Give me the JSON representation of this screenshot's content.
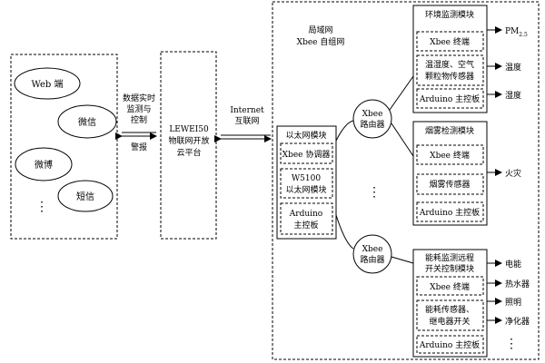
{
  "clients": {
    "web": "Web 端",
    "wechat": "微信",
    "weibo": "微博",
    "sms": "短信",
    "more": "⋮"
  },
  "link_left": {
    "line1": "数据实时",
    "line2": "监测与",
    "line3": "控制",
    "line4": "警报"
  },
  "cloud": {
    "line1": "LEWEI50",
    "line2": "物联网开放",
    "line3": "云平台"
  },
  "link_internet": {
    "line1": "Internet",
    "line2": "互联网"
  },
  "lan": {
    "line1": "局域网",
    "line2": "Xbee 自组网"
  },
  "ethernet": {
    "title": "以太网模块",
    "coordinator": "Xbee 协调器",
    "w5100_line1": "W5100",
    "w5100_line2": "以太网模块",
    "arduino_line1": "Arduino",
    "arduino_line2": "主控板"
  },
  "routers": {
    "top_line1": "Xbee",
    "top_line2": "路由器",
    "bottom_line1": "Xbee",
    "bottom_line2": "路由器",
    "mid_ellipsis": "⋮"
  },
  "env_module": {
    "title": "环境监测模块",
    "terminal": "Xbee 终端",
    "sensor_line1": "温湿度、空气",
    "sensor_line2": "颗粒物传感器",
    "arduino": "Arduino 主控板"
  },
  "smoke_module": {
    "title": "烟雾检测模块",
    "terminal": "Xbee 终端",
    "sensor": "烟雾传感器",
    "arduino": "Arduino 主控板"
  },
  "energy_module": {
    "title_line1": "能耗监测远程",
    "title_line2": "开关控制模块",
    "terminal": "Xbee 终端",
    "sensor_line1": "能耗传感器、",
    "sensor_line2": "继电器开关",
    "arduino": "Arduino 主控板"
  },
  "outputs": {
    "pm": "PM",
    "pm_sub": "2.5",
    "temp": "温度",
    "humidity": "湿度",
    "fire": "火灾",
    "power": "电能",
    "water_heater": "热水器",
    "lighting": "照明",
    "purifier": "净化器",
    "more": "⋮"
  }
}
